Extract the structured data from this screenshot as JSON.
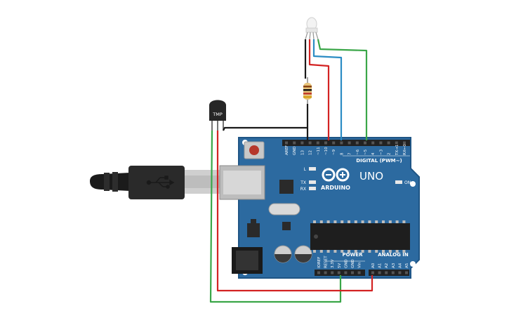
{
  "sensor": {
    "label": "TMP"
  },
  "board": {
    "brand": "ARDUINO",
    "model": "UNO",
    "digital_header_label": "DIGITAL (PWM~)",
    "power_header_label": "POWER",
    "analog_header_label": "ANALOG IN",
    "led_labels": {
      "l": "L",
      "tx": "TX",
      "rx": "RX",
      "on": "ON"
    },
    "digital_pins": [
      "AREF",
      "GND",
      "13",
      "12",
      "~11",
      "~10",
      "~9",
      "8",
      "7",
      "~6",
      "~5",
      "4",
      "~3",
      "2",
      "TX→1",
      "RX←0"
    ],
    "power_pins": [
      "IOREF",
      "RESET",
      "3.3V",
      "5V",
      "GND",
      "GND",
      "Vin"
    ],
    "analog_pins": [
      "A0",
      "A1",
      "A2",
      "A3",
      "A4",
      "A5"
    ]
  },
  "colors": {
    "board": "#2c6aa0",
    "board_edge": "#1f5585",
    "header": "#222222",
    "wire_red": "#d32323",
    "wire_green": "#3aa648",
    "wire_blue": "#2b8cc4",
    "wire_black": "#1a1a1a",
    "usb_cable": "#2a2a2a"
  }
}
